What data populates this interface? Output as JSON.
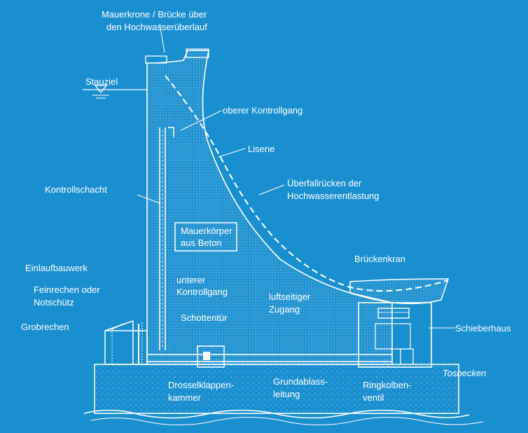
{
  "colors": {
    "background": "#1a8fd0",
    "line": "#ffffff",
    "concrete_dots": "#ffffff"
  },
  "labels": {
    "crest_line1": "Mauerkrone / Brücke über",
    "crest_line2": "den Hochwasserüberlauf",
    "stauziel": "Stauziel",
    "upper_gallery": "oberer Kontrollgang",
    "lisene": "Lisene",
    "spillway_line1": "Überfallrücken der",
    "spillway_line2": "Hochwasserentlastung",
    "control_shaft": "Kontrollschacht",
    "body_line1": "Mauerkörper",
    "body_line2": "aus Beton",
    "bridge_crane": "Brückenkran",
    "intake": "Einlaufbauwerk",
    "fine_rack_line1": "Feinrechen oder",
    "fine_rack_line2": "Notschütz",
    "lower_gallery_line1": "unterer",
    "lower_gallery_line2": "Kontrollgang",
    "airtight_line1": "luftseitiger",
    "airtight_line2": "Zugang",
    "gate_door": "Schottentür",
    "coarse_rack": "Grobrechen",
    "valve_house": "Schieberhaus",
    "stilling_basin": "Tosbecken",
    "throttle_line1": "Drosselklappen-",
    "throttle_line2": "kammer",
    "outlet_line1": "Grundablass-",
    "outlet_line2": "leitung",
    "ring_line1": "Ringkolben-",
    "ring_line2": "ventil"
  }
}
